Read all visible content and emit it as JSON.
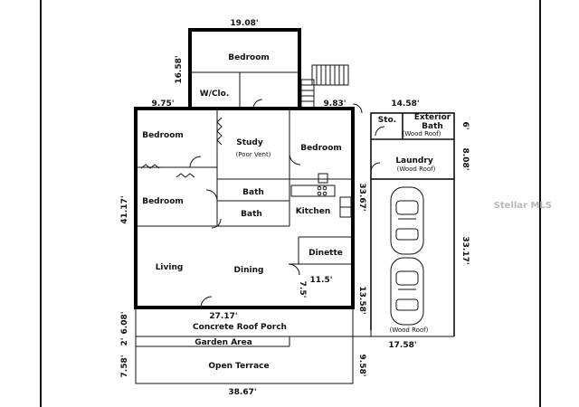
{
  "rooms": {
    "bedroom_top": "Bedroom",
    "wcl": "W/Clo.",
    "bedroom_left_top": "Bedroom",
    "study": "Study",
    "study_note": "(Poor Vent)",
    "bedroom_right": "Bedroom",
    "bath_1": "Bath",
    "bedroom_left_bottom": "Bedroom",
    "bath_2": "Bath",
    "kitchen": "Kitchen",
    "dinette": "Dinette",
    "living": "Living",
    "dining": "Dining",
    "sto": "Sto.",
    "exterior_bath": "Exterior",
    "exterior_bath_2": "Bath",
    "exterior_bath_note": "(Wood Roof)",
    "laundry": "Laundry",
    "laundry_note": "(Wood Roof)",
    "carport_note": "(Wood Roof)",
    "porch": "Concrete Roof Porch",
    "garden": "Garden Area",
    "terrace": "Open Terrace"
  },
  "dimensions": {
    "top_width": "19.08'",
    "top_height": "16.58'",
    "left_offset": "9.75'",
    "right_offset": "9.83'",
    "annex_width": "14.58'",
    "annex_h1": "6'",
    "annex_h2": "8.08'",
    "main_height": "41.17'",
    "kitchen_depth": "33.67'",
    "carport_height": "33.17'",
    "dinette_w": "11.5'",
    "dinette_h": "7.5'",
    "main_bottom": "27.17'",
    "porch_right": "13.58'",
    "porch_h": "6.08'",
    "garden_h": "2'",
    "carport_w": "17.58'",
    "terrace_h": "7.58'",
    "terrace_right": "9.58'",
    "terrace_w": "38.67'"
  },
  "watermark": "Stellar MLS",
  "colors": {
    "line": "#111111",
    "background": "#ffffff"
  }
}
